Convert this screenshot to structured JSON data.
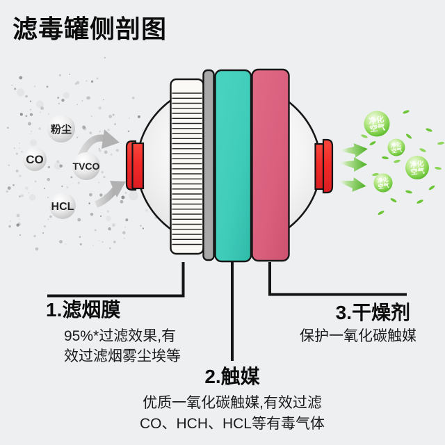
{
  "title": "滤毒罐侧剖图",
  "pollutants": {
    "dust": "粉尘",
    "co": "CO",
    "tvco": "TVCO",
    "hcl": "HCL"
  },
  "clean_air": {
    "line1": "净化",
    "line2": "空气"
  },
  "sections": [
    {
      "title": "1.滤烟膜",
      "lines": [
        "95%*过滤效果,有",
        "效过滤烟雾尘埃等"
      ]
    },
    {
      "title": "2.触媒",
      "lines": [
        "优质一氧化碳触媒,有效过滤",
        "CO、HCH、HCL等有毒气体"
      ]
    },
    {
      "title": "3.干燥剂",
      "lines": [
        "保护一氧化碳触媒"
      ]
    }
  ],
  "colors": {
    "background": "#edeff1",
    "filter_membrane": "#faf9f5",
    "separator_gray": "#a9a9a9",
    "catalyst_teal": "#3fccb9",
    "desiccant_pink": "#d95f7d",
    "cap_red": "#ee2627",
    "clean_air_green": "#54b82a"
  }
}
